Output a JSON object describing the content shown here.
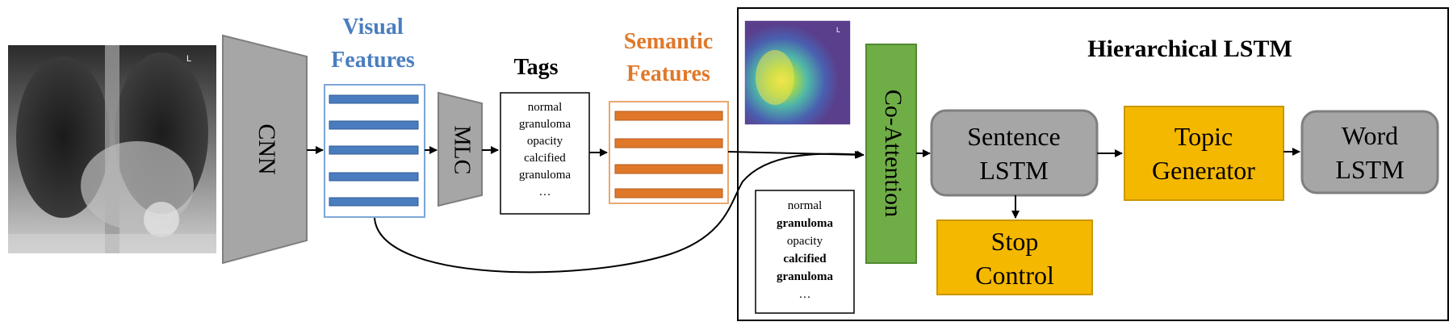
{
  "colors": {
    "visual_blue": "#4a7dbf",
    "semantic_orange": "#e0782a",
    "gray_block": "#a6a6a6",
    "gray_block_stroke": "#7f7f7f",
    "green_block": "#6fad47",
    "yellow_block": "#f5b800"
  },
  "labels": {
    "cnn": "CNN",
    "visual_features_1": "Visual",
    "visual_features_2": "Features",
    "mlc": "MLC",
    "tags": "Tags",
    "semantic_features_1": "Semantic",
    "semantic_features_2": "Features",
    "hierarchical_lstm": "Hierarchical LSTM",
    "co_attention": "Co-Attention",
    "sentence_lstm_1": "Sentence",
    "sentence_lstm_2": "LSTM",
    "topic_generator_1": "Topic",
    "topic_generator_2": "Generator",
    "word_lstm_1": "Word",
    "word_lstm_2": "LSTM",
    "stop_control_1": "Stop",
    "stop_control_2": "Control"
  },
  "tags_box": {
    "lines": [
      "normal",
      "granuloma",
      "opacity",
      "calcified",
      "granuloma",
      "…"
    ]
  },
  "tags_box_bold": {
    "lines": [
      {
        "text": "normal",
        "bold": false
      },
      {
        "text": "granuloma",
        "bold": true
      },
      {
        "text": "opacity",
        "bold": false
      },
      {
        "text": "calcified",
        "bold": true
      },
      {
        "text": "granuloma",
        "bold": true
      },
      {
        "text": "…",
        "bold": false
      }
    ]
  },
  "images": {
    "xray_corner_letter": "L",
    "heatmap_corner_letter": "L"
  }
}
